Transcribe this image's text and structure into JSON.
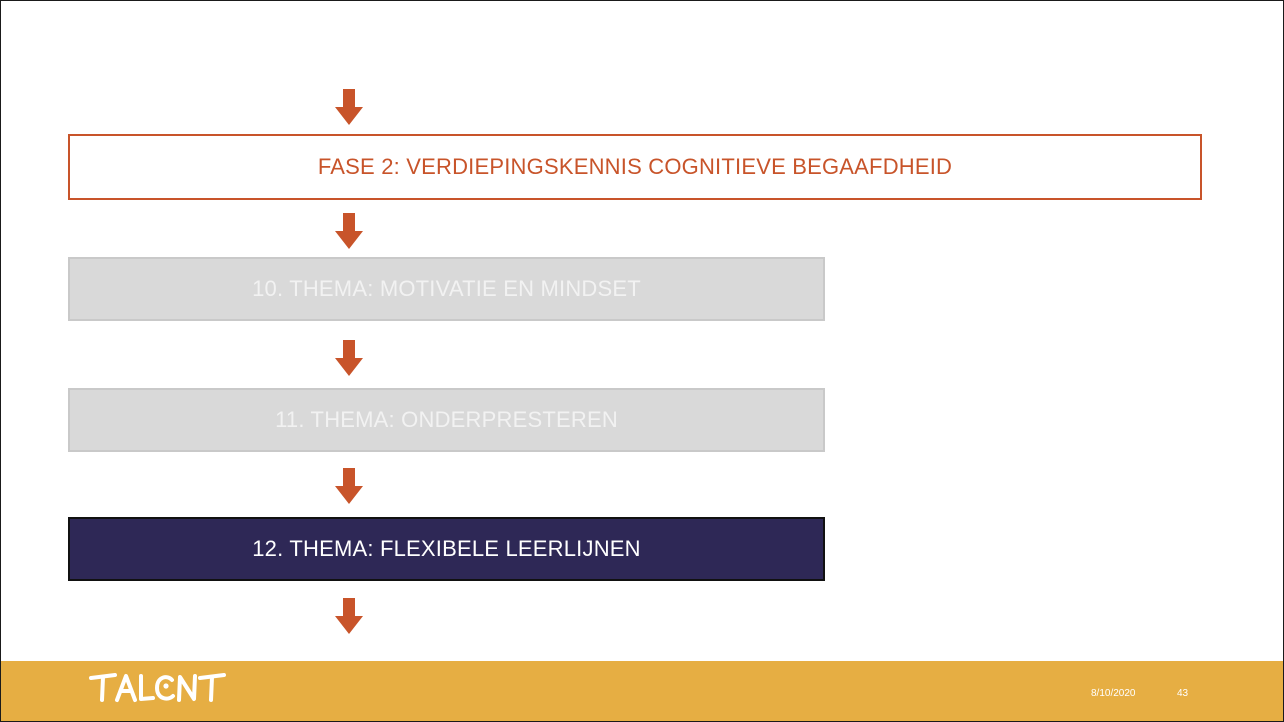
{
  "phase": {
    "label": "FASE 2: VERDIEPINGSKENNIS COGNITIEVE BEGAAFDHEID"
  },
  "themes": [
    {
      "label": "10. THEMA: MOTIVATIE EN MINDSET",
      "state": "inactive"
    },
    {
      "label": "11. THEMA: ONDERPRESTEREN",
      "state": "inactive"
    },
    {
      "label": "12. THEMA: FLEXIBELE LEERLIJNEN",
      "state": "active"
    }
  ],
  "arrow_icon": "arrow-down-icon",
  "footer": {
    "logo_text": "TALENT",
    "date": "8/10/2020",
    "page_number": "43"
  },
  "colors": {
    "accent": "#c8542a",
    "active_theme_bg": "#2e2856",
    "inactive_theme_bg": "#d9d9d9",
    "footer_bg": "#e6ae43"
  }
}
